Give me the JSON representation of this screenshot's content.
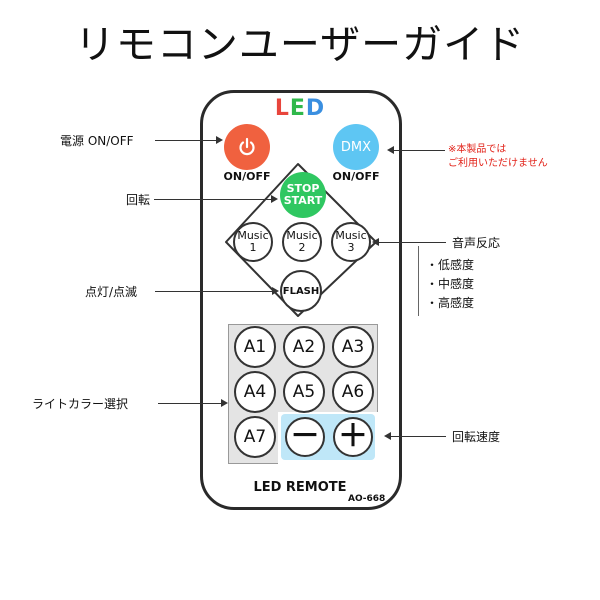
{
  "title": "リモコンユーザーガイド",
  "remote": {
    "led_letters": [
      {
        "char": "L",
        "color": "#e8453c"
      },
      {
        "char": "E",
        "color": "#2fb84a"
      },
      {
        "char": "D",
        "color": "#3a8fe0"
      }
    ],
    "power": {
      "label": "ON/OFF",
      "icon": "power-icon",
      "color": "#f0613f"
    },
    "dmx": {
      "text": "DMX",
      "label": "ON/OFF",
      "color": "#5ec6f3"
    },
    "stop_start": {
      "line1": "STOP",
      "line2": "START",
      "color": "#2fc761"
    },
    "music": [
      {
        "line1": "Music",
        "line2": "1"
      },
      {
        "line1": "Music",
        "line2": "2"
      },
      {
        "line1": "Music",
        "line2": "3"
      }
    ],
    "flash": "FLASH",
    "color_keys": [
      "A1",
      "A2",
      "A3",
      "A4",
      "A5",
      "A6",
      "A7"
    ],
    "minus": "－",
    "plus": "＋",
    "brand": "LED REMOTE",
    "model": "AO-668"
  },
  "annotations": {
    "power": "電源 ON/OFF",
    "rotate": "回転",
    "flash": "点灯/点滅",
    "color_select": "ライトカラー選択",
    "dmx_note_line1": "※本製品では",
    "dmx_note_line2": "ご利用いただけません",
    "sound": "音声反応",
    "sensitivity": [
      "・低感度",
      "・中感度",
      "・高感度"
    ],
    "speed": "回転速度"
  }
}
